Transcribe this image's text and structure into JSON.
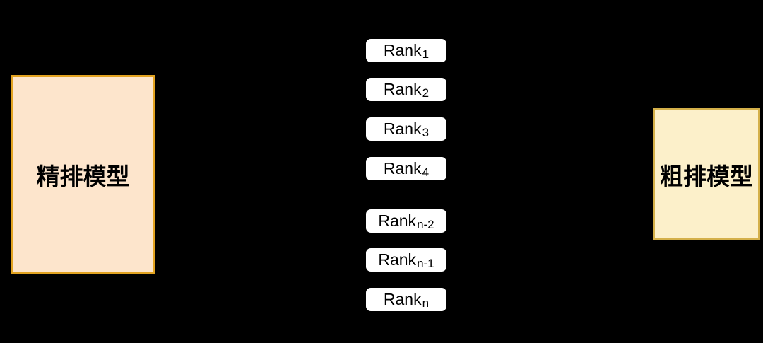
{
  "diagram": {
    "left_box": {
      "label": "精排模型"
    },
    "right_box": {
      "label": "粗排模型"
    },
    "ranks": [
      {
        "base": "Rank",
        "sub": "1"
      },
      {
        "base": "Rank",
        "sub": "2"
      },
      {
        "base": "Rank",
        "sub": "3"
      },
      {
        "base": "Rank",
        "sub": "4"
      },
      {
        "base": "Rank",
        "sub": "n-2"
      },
      {
        "base": "Rank",
        "sub": "n-1"
      },
      {
        "base": "Rank",
        "sub": "n"
      }
    ],
    "colors": {
      "background": "#000000",
      "left_box_fill": "#FDE5CC",
      "left_box_border": "#E2A321",
      "right_box_fill": "#FCF0CA",
      "right_box_border": "#D4B04A",
      "rank_box_fill": "#FFFFFF",
      "text": "#000000"
    }
  }
}
